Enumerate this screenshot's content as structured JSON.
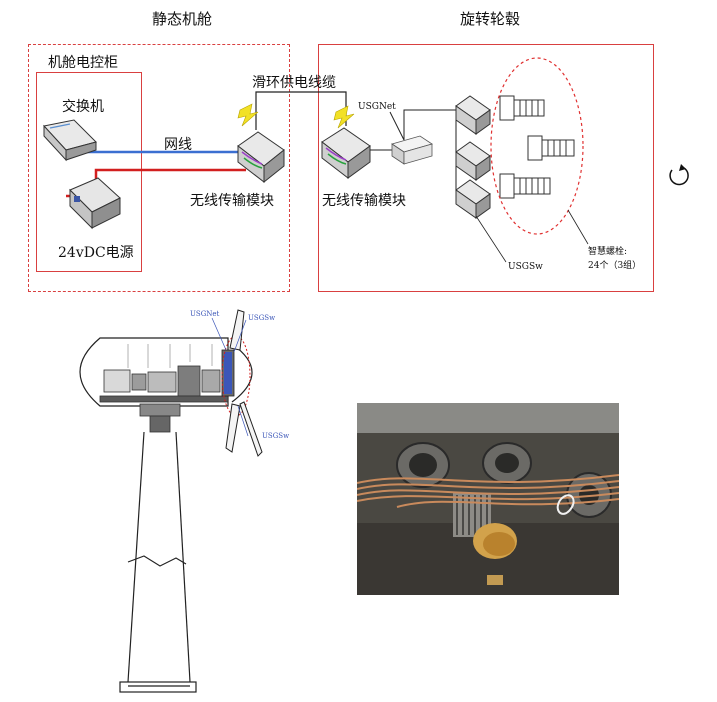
{
  "top_diagram": {
    "static_title": "静态机舱",
    "rotating_title": "旋转轮毂",
    "cabinet_title": "机舱电控柜",
    "switch_label": "交换机",
    "ethernet_label": "网线",
    "power_label": "24vDC电源",
    "slip_ring_label": "滑环供电线缆",
    "wireless_left_label": "无线传输模块",
    "wireless_right_label": "无线传输模块",
    "usgnet_label": "USGNet",
    "usgsw_label": "USGSw",
    "bolts_label_line1": "智慧螺栓:",
    "bolts_label_line2": "24个（3组）",
    "colors": {
      "frame": "#d94040",
      "ethernet": "#3b6fd1",
      "power": "#d21f1f",
      "bolt_ellipse": "#e03030"
    }
  },
  "turbine_diagram": {
    "callout_usgnet": "USGNet",
    "callout_usgsw_top": "USGSw",
    "callout_usgsw_bottom": "USGSw"
  },
  "side_icon": "rotate-arrow-icon"
}
